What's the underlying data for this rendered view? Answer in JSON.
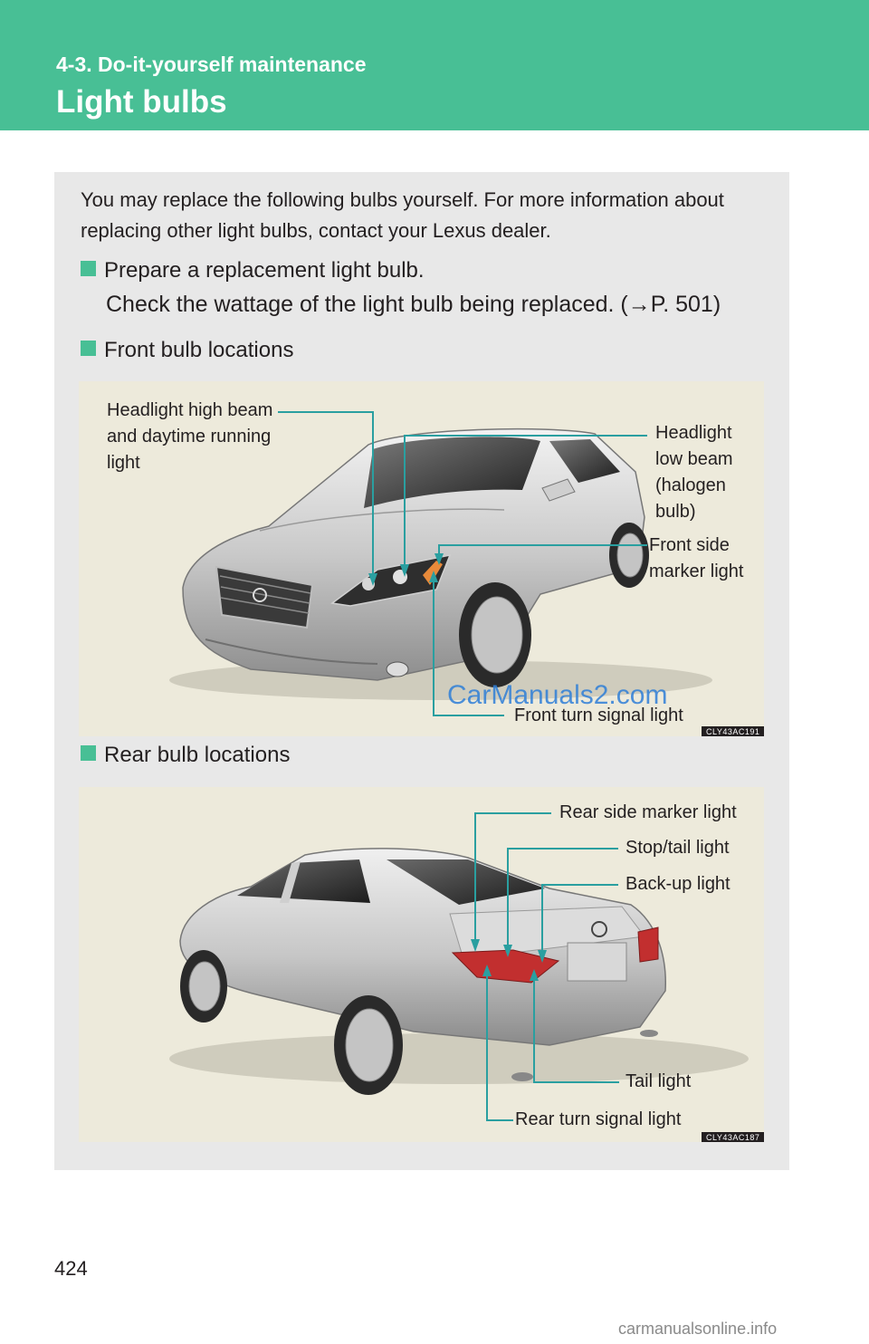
{
  "header": {
    "section": "4-3. Do-it-yourself maintenance",
    "title": "Light bulbs"
  },
  "intro": "You may replace the following bulbs yourself. For more information about replacing other light bulbs, contact your Lexus dealer.",
  "prepare": {
    "heading": "Prepare a replacement light bulb.",
    "text": "Check the wattage of the light bulb being replaced. (→P. 501)"
  },
  "front": {
    "heading": "Front bulb locations",
    "labels": {
      "high_beam": "Headlight high beam and daytime running light",
      "low_beam": "Headlight low beam (halogen bulb)",
      "side_marker": "Front side marker light",
      "turn_signal": "Front turn signal light"
    },
    "code": "CLY43AC191",
    "watermark": "CarManuals2.com"
  },
  "rear": {
    "heading": "Rear bulb locations",
    "labels": {
      "side_marker": "Rear side marker light",
      "stop_tail": "Stop/tail light",
      "backup": "Back-up light",
      "tail": "Tail light",
      "turn_signal": "Rear turn signal light"
    },
    "code": "CLY43AC187"
  },
  "page_number": "424",
  "footer_watermark": "carmanualsonline.info",
  "colors": {
    "accent": "#48bf95",
    "panel": "#e8e8e8",
    "figure_bg": "#edeadb",
    "leader": "#2a9fa0"
  }
}
